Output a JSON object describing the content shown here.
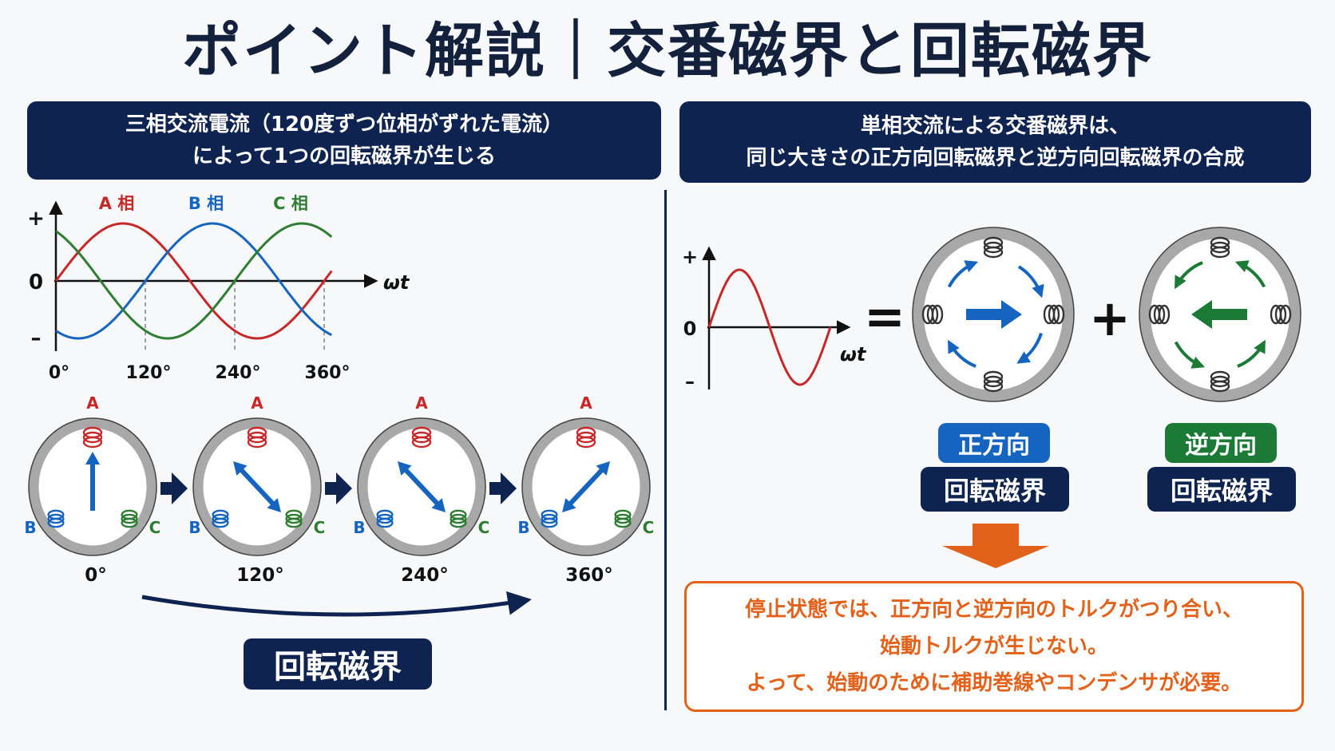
{
  "title": "ポイント解説｜交番磁界と回転磁界",
  "left_header": {
    "line1": "三相交流電流（120度ずつ位相がずれた電流）",
    "line2": "によって1つの回転磁界が生じる"
  },
  "right_header": {
    "line1": "単相交流による交番磁界は、",
    "line2": "同じ大きさの正方向回転磁界と逆方向回転磁界の合成"
  },
  "chart_data": [
    {
      "type": "line",
      "title": "",
      "xlabel": "ωt",
      "ylabel": "",
      "x_ticks": [
        "0°",
        "120°",
        "240°",
        "360°"
      ],
      "y_ticks": [
        "+",
        "0",
        "–"
      ],
      "x_range_deg": [
        0,
        400
      ],
      "series": [
        {
          "name": "A 相",
          "phase_deg": 0,
          "color": "#c62828"
        },
        {
          "name": "B 相",
          "phase_deg": -120,
          "color": "#1565c0"
        },
        {
          "name": "C 相",
          "phase_deg": 120,
          "color": "#2e7d32"
        }
      ]
    },
    {
      "type": "line",
      "title": "",
      "xlabel": "ωt",
      "ylabel": "",
      "y_ticks": [
        "+",
        "0",
        "–"
      ],
      "series": [
        {
          "phase_deg": 0,
          "color": "#c62828"
        }
      ]
    }
  ],
  "stator_steps": [
    {
      "angle_label": "0°",
      "field_direction": "up",
      "coil_labels": {
        "a": "A",
        "b": "B",
        "c": "C"
      }
    },
    {
      "angle_label": "120°",
      "field_direction": "diagonal-down-right",
      "coil_labels": {
        "a": "A",
        "b": "B",
        "c": "C"
      }
    },
    {
      "angle_label": "240°",
      "field_direction": "diagonal-down-right",
      "coil_labels": {
        "a": "A",
        "b": "B",
        "c": "C"
      }
    },
    {
      "angle_label": "360°",
      "field_direction": "diagonal-up-right",
      "coil_labels": {
        "a": "A",
        "b": "B",
        "c": "C"
      }
    }
  ],
  "rotating_field_label": "回転磁界",
  "equation": {
    "equals": "=",
    "plus": "+"
  },
  "forward": {
    "label": "正方向",
    "field": "回転磁界",
    "color": "#1565c0"
  },
  "reverse": {
    "label": "逆方向",
    "field": "回転磁界",
    "color": "#1a7a36"
  },
  "note": {
    "line1": "停止状態では、正方向と逆方向のトルクがつり合い、",
    "line2": "始動トルクが生じない。",
    "line3": "よって、始動のために補助巻線やコンデンサが必要。"
  },
  "colors": {
    "navy": "#0f2350",
    "phase_a": "#c62828",
    "phase_b": "#1565c0",
    "phase_c": "#2e7d32",
    "accent_orange": "#e2621b"
  }
}
